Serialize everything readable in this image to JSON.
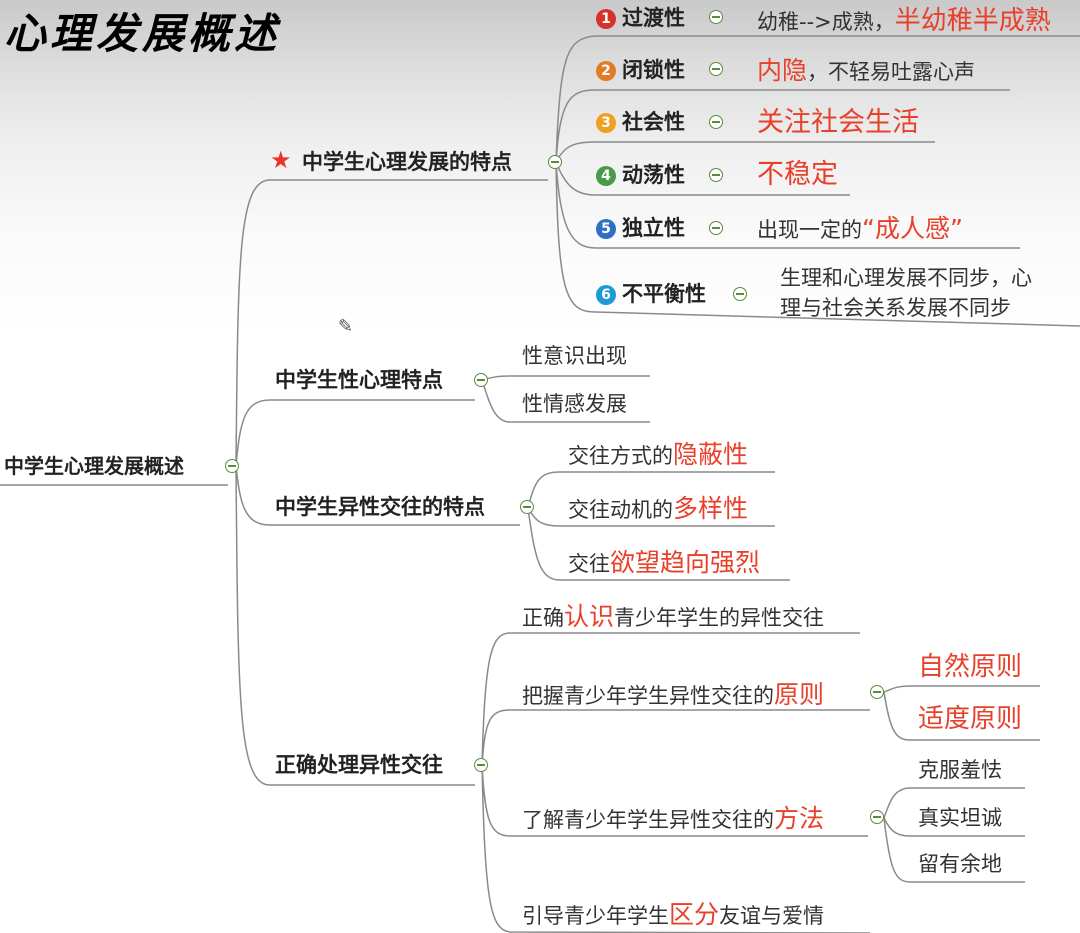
{
  "title": "心理发展概述",
  "root": "中学生心理发展概述",
  "branch1": {
    "label": "中学生心理发展的特点",
    "items": [
      {
        "num": "1",
        "name": "过渡性",
        "desc": "幼稚-->成熟，",
        "highlight": "半幼稚半成熟",
        "badge_color": "#d6322a"
      },
      {
        "num": "2",
        "name": "闭锁性",
        "highlight": "内隐",
        "desc": "，不轻易吐露心声",
        "badge_color": "#e07c24"
      },
      {
        "num": "3",
        "name": "社会性",
        "highlight": "关注社会生活",
        "badge_color": "#f0a020"
      },
      {
        "num": "4",
        "name": "动荡性",
        "highlight": "不稳定",
        "badge_color": "#4a9a4a"
      },
      {
        "num": "5",
        "name": "独立性",
        "desc": "出现一定的",
        "highlight": "“成人感”",
        "badge_color": "#2f6fc4"
      },
      {
        "num": "6",
        "name": "不平衡性",
        "desc_line1": "生理和心理发展不同步，心",
        "desc_line2": "理与社会关系发展不同步",
        "badge_color": "#1f9ad6"
      }
    ]
  },
  "branch2": {
    "label": "中学生性心理特点",
    "items": [
      "性意识出现",
      "性情感发展"
    ]
  },
  "branch3": {
    "label": "中学生异性交往的特点",
    "items": [
      {
        "pre": "交往方式的",
        "hl": "隐蔽性"
      },
      {
        "pre": "交往动机的",
        "hl": "多样性"
      },
      {
        "pre": "交往",
        "hl": "欲望趋向强烈"
      }
    ]
  },
  "branch4": {
    "label": "正确处理异性交往",
    "item1": {
      "pre": "正确",
      "hl": "认识",
      "post": "青少年学生的异性交往"
    },
    "item2": {
      "pre": "把握青少年学生异性交往的",
      "hl": "原则",
      "children": [
        "自然原则",
        "适度原则"
      ]
    },
    "item3": {
      "pre": "了解青少年学生异性交往的",
      "hl": "方法",
      "children": [
        "克服羞怯",
        "真实坦诚",
        "留有余地"
      ]
    },
    "item4": {
      "pre": "引导青少年学生",
      "hl": "区分",
      "post": "友谊与爱情"
    }
  },
  "colors": {
    "line": "#8a8a8a",
    "highlight": "#e8402a",
    "collapse": "#5a8c3c"
  }
}
